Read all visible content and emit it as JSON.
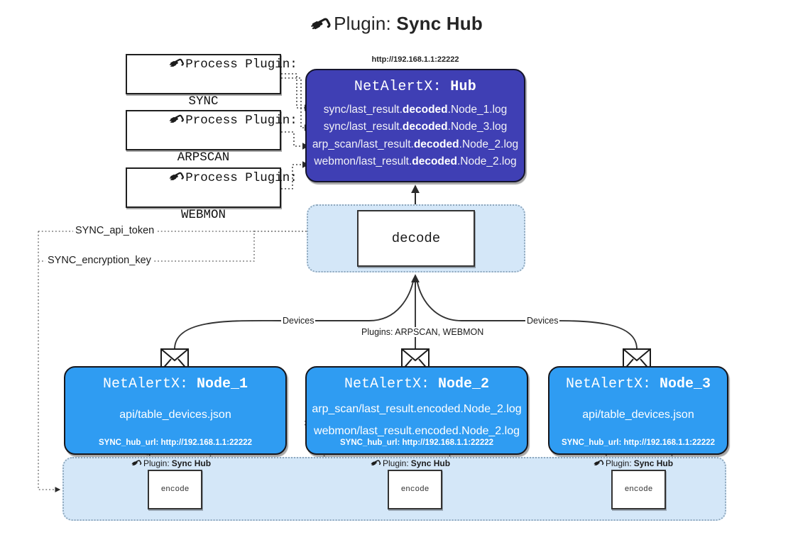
{
  "title": {
    "icon": "plug-icon",
    "prefix": "Plugin: ",
    "name": "Sync Hub"
  },
  "colors": {
    "hub_fill": "#3f3fb4",
    "node_fill": "#2f9cf2",
    "zone_fill": "#d4e7f8",
    "stroke": "#1b1b1b",
    "background": "#ffffff"
  },
  "process_plugins": [
    {
      "heading": "Process Plugin:",
      "name": "SYNC"
    },
    {
      "heading": "Process Plugin:",
      "name": "ARPSCAN"
    },
    {
      "heading": "Process Plugin:",
      "name": "WEBMON"
    }
  ],
  "hub": {
    "url": "http://192.168.1.1:22222",
    "title_prefix": "NetAlertX: ",
    "title_name": "Hub",
    "logs": [
      {
        "pre": "sync/last_result.",
        "em": "decoded",
        "post": ".Node_1.log"
      },
      {
        "pre": "sync/last_result.",
        "em": "decoded",
        "post": ".Node_3.log"
      },
      {
        "pre": "arp_scan/last_result.",
        "em": "decoded",
        "post": ".Node_2.log"
      },
      {
        "pre": "webmon/last_result.",
        "em": "decoded",
        "post": ".Node_2.log"
      }
    ]
  },
  "decode": {
    "label": "decode"
  },
  "config_labels": {
    "api_token": "SYNC_api_token",
    "encryption_key": "SYNC_encryption_key"
  },
  "edge_labels": {
    "left_devices": "Devices",
    "center_plugins": "Plugins: ARPSCAN, WEBMON",
    "right_devices": "Devices"
  },
  "nodes": [
    {
      "title_prefix": "NetAlertX: ",
      "title_name": "Node_1",
      "lines": [
        "api/table_devices.json"
      ],
      "footer": "SYNC_hub_url: http://192.168.1.1:22222",
      "encode_label_prefix": "Plugin: ",
      "encode_label_name": "Sync Hub",
      "encode_box": "encode"
    },
    {
      "title_prefix": "NetAlertX: ",
      "title_name": "Node_2",
      "lines": [
        "arp_scan/last_result.encoded.Node_2.log",
        "webmon/last_result.encoded.Node_2.log"
      ],
      "footer": "SYNC_hub_url: http://192.168.1.1:22222",
      "encode_label_prefix": "Plugin: ",
      "encode_label_name": "Sync Hub",
      "encode_box": "encode"
    },
    {
      "title_prefix": "NetAlertX: ",
      "title_name": "Node_3",
      "lines": [
        "api/table_devices.json"
      ],
      "footer": "SYNC_hub_url: http://192.168.1.1:22222",
      "encode_label_prefix": "Plugin: ",
      "encode_label_name": "Sync Hub",
      "encode_box": "encode"
    }
  ]
}
